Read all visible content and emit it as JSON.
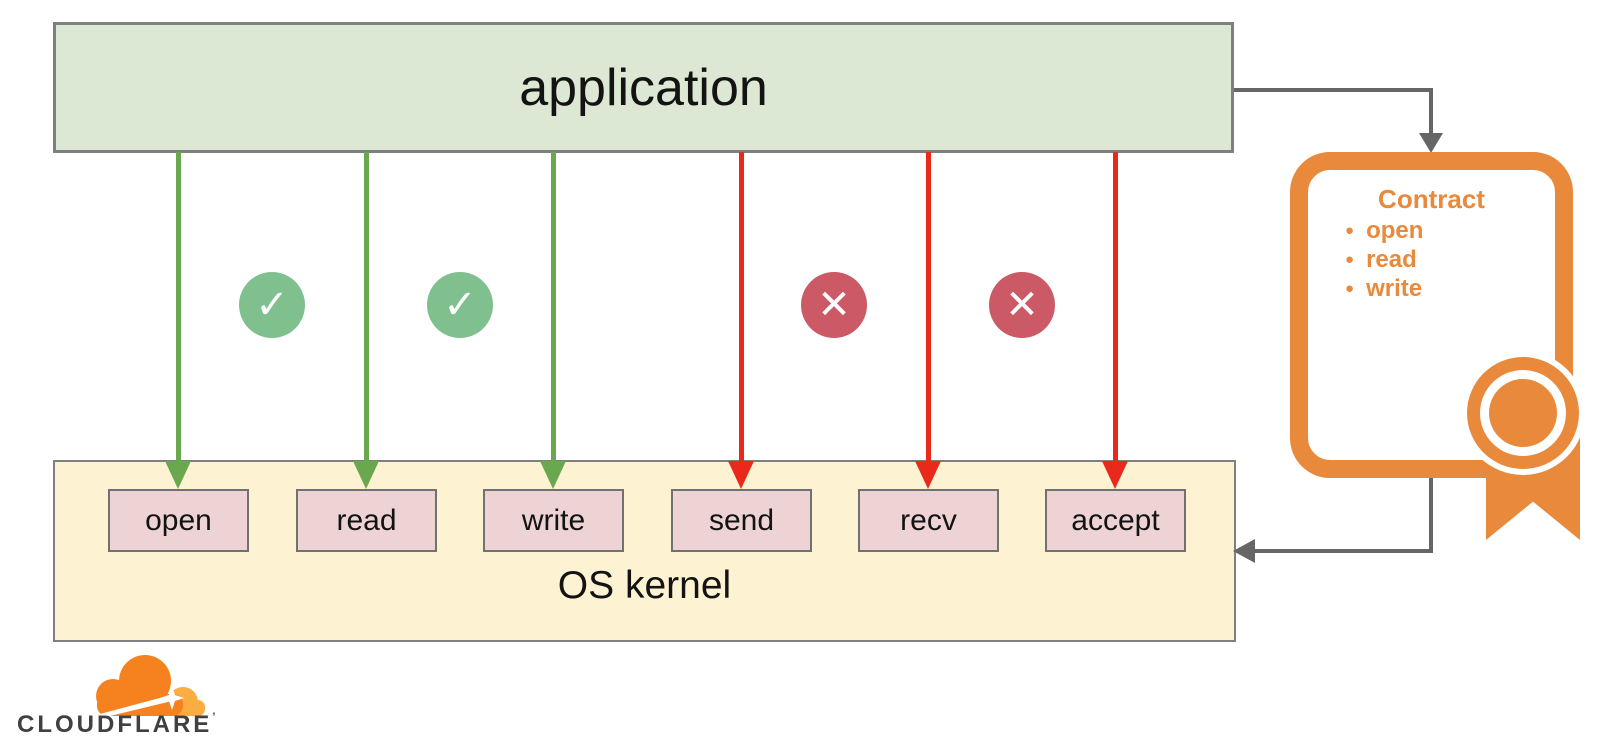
{
  "diagram": {
    "application": {
      "label": "application"
    },
    "kernel": {
      "label": "OS kernel"
    },
    "syscalls": [
      {
        "label": "open",
        "status": "allowed"
      },
      {
        "label": "read",
        "status": "allowed"
      },
      {
        "label": "write",
        "status": "allowed"
      },
      {
        "label": "send",
        "status": "blocked"
      },
      {
        "label": "recv",
        "status": "blocked"
      },
      {
        "label": "accept",
        "status": "blocked"
      }
    ],
    "markers": {
      "allowed_glyph": "✓",
      "blocked_glyph": "✕"
    },
    "contract": {
      "title": "Contract",
      "bullet": "●",
      "items": [
        "open",
        "read",
        "write"
      ]
    },
    "colors": {
      "application_fill": "#dde8d4",
      "kernel_fill": "#fdf3d3",
      "syscall_fill": "#eed3d4",
      "allowed_arrow": "#6aa84f",
      "allowed_badge": "#7fc08e",
      "blocked_arrow": "#e9291b",
      "blocked_badge": "#cc5a66",
      "contract_orange": "#e8893b",
      "connector_gray": "#666666",
      "brand_orange": "#f6821f",
      "brand_orange_light": "#fbad41",
      "brand_text": "#404041"
    }
  },
  "branding": {
    "wordmark": "CLOUDFLARE",
    "trademark_mark": "’"
  }
}
